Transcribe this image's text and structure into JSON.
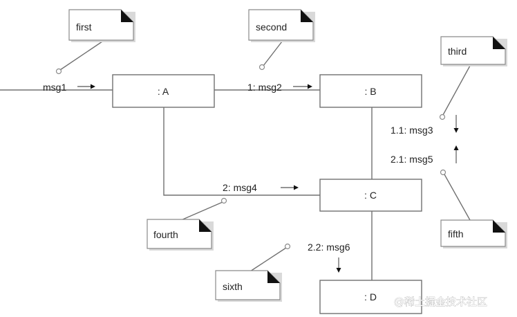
{
  "objects": {
    "a": ": A",
    "b": ": B",
    "c": ": C",
    "d": ": D"
  },
  "messages": {
    "msg1": "msg1",
    "msg2": "1: msg2",
    "msg3": "1.1: msg3",
    "msg4": "2: msg4",
    "msg5": "2.1: msg5",
    "msg6": "2.2: msg6"
  },
  "notes": {
    "first": "first",
    "second": "second",
    "third": "third",
    "fourth": "fourth",
    "fifth": "fifth",
    "sixth": "sixth"
  },
  "watermark": "@稀土掘金技术社区"
}
